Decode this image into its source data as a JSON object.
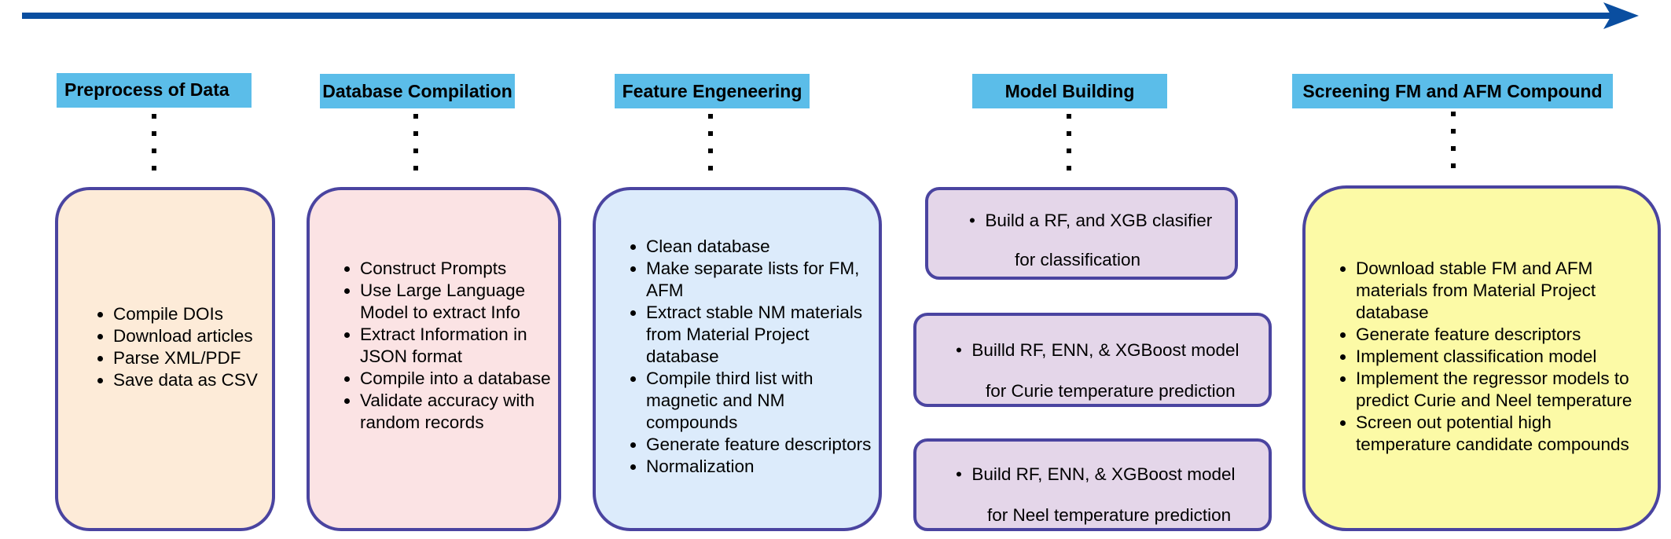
{
  "colors": {
    "arrow": "#0a4ea0",
    "header_fill": "#5bbde9",
    "box_border": "#4a44a0",
    "box_preprocess": "#fdebd8",
    "box_database": "#fbe3e4",
    "box_feature": "#dcebfb",
    "box_model": "#e4d6e9",
    "box_screening": "#fcfaa6"
  },
  "stages": [
    {
      "title": "Preprocess of Data",
      "items": [
        "Compile  DOIs",
        "Download articles",
        "Parse XML/PDF",
        "Save data as CSV"
      ]
    },
    {
      "title": "Database Compilation",
      "items": [
        "Construct Prompts",
        "Use Large Language Model to extract Info",
        "Extract Information in JSON format",
        "Compile into a database",
        "Validate accuracy with random records"
      ]
    },
    {
      "title": "Feature Engeneering",
      "items": [
        "Clean database",
        "Make separate lists for FM, AFM",
        "Extract stable NM materials from Material Project database",
        "Compile third list with magnetic and NM compounds",
        "Generate feature descriptors",
        "Normalization"
      ]
    },
    {
      "title": "Model Building",
      "models": [
        {
          "line1": "Build a RF, and XGB  clasifier",
          "line2": "for classification"
        },
        {
          "line1": "Builld RF, ENN, & XGBoost  model",
          "line2": "for Curie temperature prediction"
        },
        {
          "line1": "Build RF, ENN, & XGBoost  model",
          "line2": "for Neel temperature prediction"
        }
      ]
    },
    {
      "title": "Screening FM and AFM Compound",
      "items": [
        "Download stable FM and AFM  materials from  Material Project database",
        "Generate  feature descriptors",
        "Implement classification model",
        "Implement the regressor models to predict Curie and Neel temperature",
        "Screen out  potential high temperature candidate compounds"
      ]
    }
  ]
}
